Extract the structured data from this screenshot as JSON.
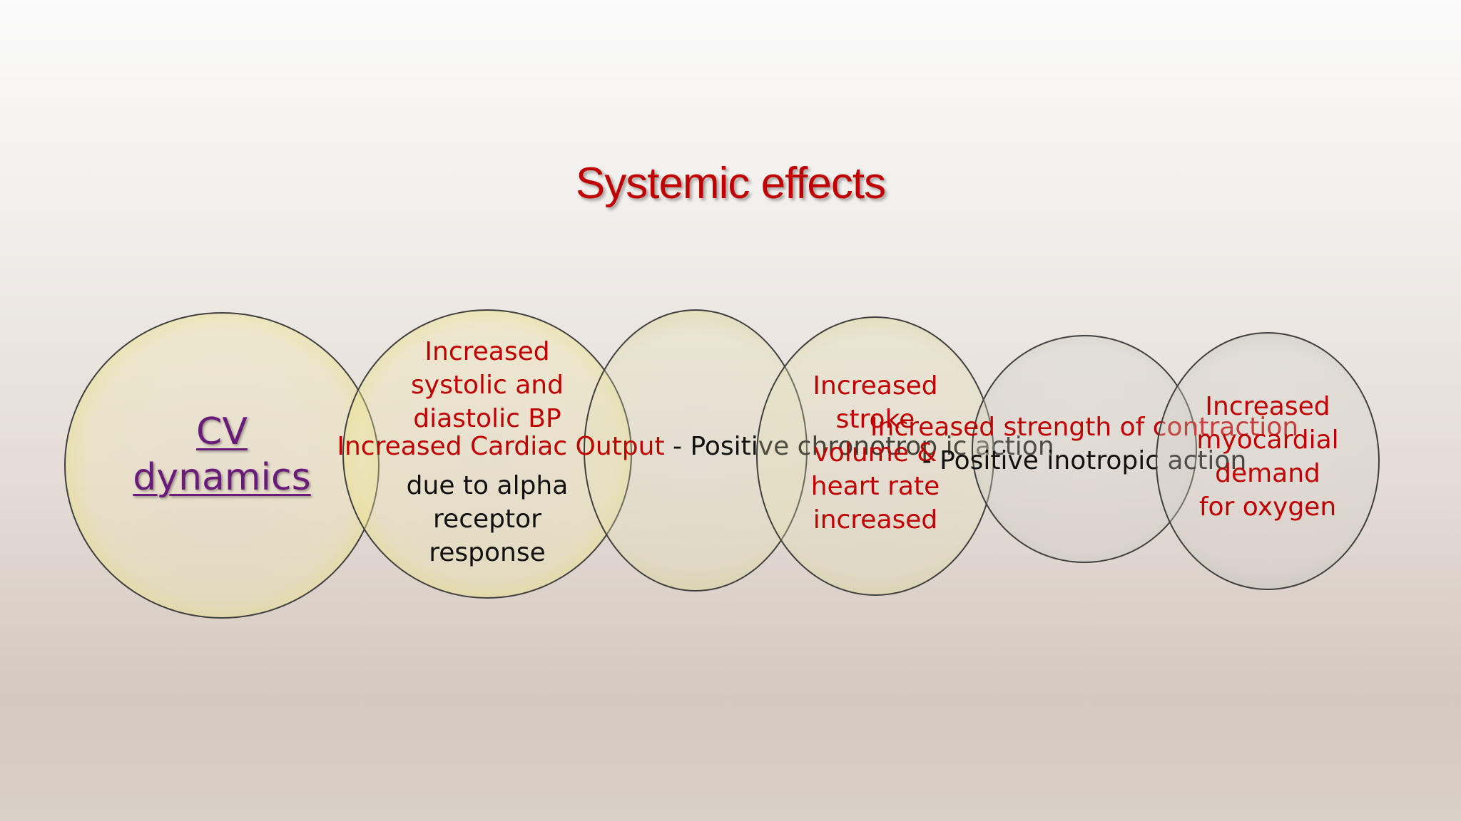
{
  "title": "Systemic effects",
  "colors": {
    "title": "#c00000",
    "red_text": "#c00000",
    "black_text": "#111111",
    "cv_text": "#6a1b7a"
  },
  "circles": [
    {
      "label": "CV\ndynamics"
    },
    {
      "red": "Increased\nsystolic and\ndiastolic BP",
      "black": "due to alpha\nreceptor\nresponse"
    },
    {
      "red": "Increased\nCardiac\nOutput",
      "black": " -\nPositive\nchronotrop\nic action"
    },
    {
      "red": "Increased\nstroke\nvolume &\nheart rate\nincreased"
    },
    {
      "red": "Increased\nstrength of\ncontraction",
      "black": "- Positive\ninotropic\naction"
    },
    {
      "red": "Increased\nmyocardial\ndemand\nfor oxygen"
    }
  ]
}
